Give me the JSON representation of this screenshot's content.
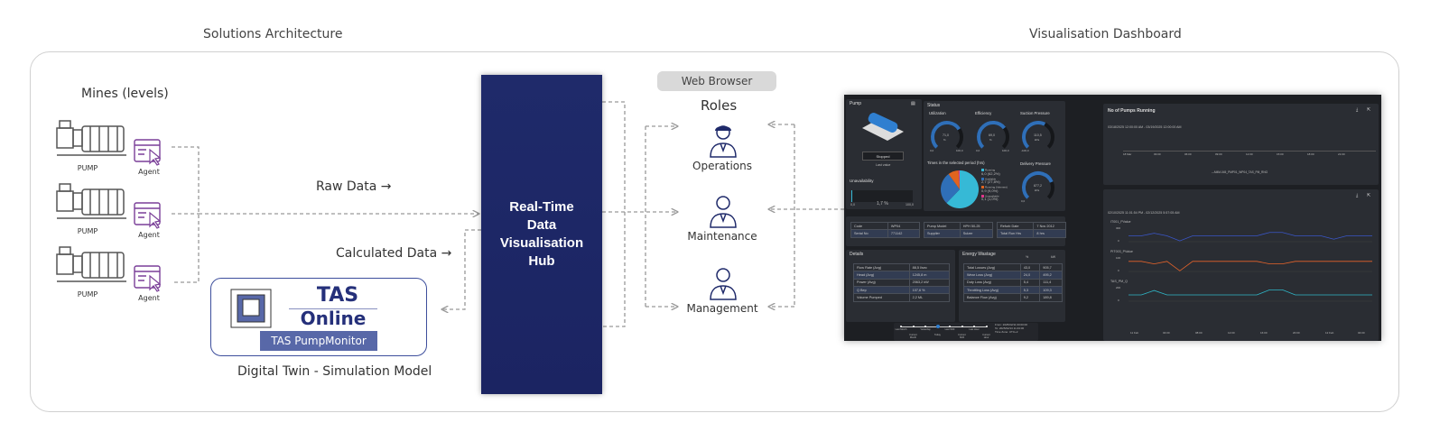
{
  "titles": {
    "architecture": "Solutions Architecture",
    "dashboard": "Visualisation Dashboard"
  },
  "mines": {
    "title": "Mines (levels)",
    "pumps": [
      "PUMP",
      "PUMP",
      "PUMP"
    ],
    "agents": [
      "Agent",
      "Agent",
      "Agent"
    ]
  },
  "flows": {
    "raw": "Raw Data",
    "calculated": "Calculated Data"
  },
  "hub": {
    "line1": "Real-Time",
    "line2": "Data",
    "line3": "Visualisation",
    "line4": "Hub",
    "color": "#1f2a6a"
  },
  "twin": {
    "logo_top": "TAS",
    "logo_bottom": "Online",
    "product": "TAS PumpMonitor",
    "caption": "Digital Twin - Simulation Model"
  },
  "browser": {
    "label": "Web Browser",
    "roles_title": "Roles",
    "roles": [
      "Operations",
      "Maintenance",
      "Management"
    ]
  },
  "dashboard": {
    "pump": {
      "title": "Pump",
      "status": "Stopped",
      "status_caption": "Last value",
      "unavail_title": "Unavailability",
      "unavail_min": "0,0",
      "unavail_value": "1,7 %",
      "unavail_max": "100,0",
      "unavail_fraction": 0.017
    },
    "status": {
      "title": "Status",
      "gauges": [
        {
          "name": "Utilization",
          "value": "71,0",
          "unit": "%",
          "min": "0,0",
          "max": "100,0",
          "fraction": 0.71
        },
        {
          "name": "Efficiency",
          "value": "69,0",
          "unit": "%",
          "min": "0,0",
          "max": "100,0",
          "fraction": 0.69
        },
        {
          "name": "Suction Pressure",
          "value": "110,5",
          "unit": "kPa",
          "min": "-100,0",
          "max": "",
          "fraction": 0.6
        },
        {
          "name": "Delivery Pressure",
          "value": "877,2",
          "unit": "kPa",
          "min": "0,0",
          "max": "",
          "fraction": 0.75
        }
      ],
      "pie_title": "Times in the selected period (hrs)",
      "pie": [
        {
          "label": "Running",
          "value": "6,0 (62,2%)",
          "share": 62.2,
          "color": "#36b9d6"
        },
        {
          "label": "Available",
          "value": "2,7 (27,8%)",
          "share": 27.8,
          "color": "#2f6fb8"
        },
        {
          "label": "Running (Inherent)",
          "value": "0,9 (9,0%)",
          "share": 9.0,
          "color": "#e0641f"
        },
        {
          "label": "Unavailable",
          "value": "0,1 (1,0%)",
          "share": 1.0,
          "color": "#e0368a"
        }
      ]
    },
    "info": [
      [
        "Code",
        "WP04"
      ],
      [
        "Serial No",
        "771142"
      ],
      [
        "Pump Model",
        "HPH 50-25"
      ],
      [
        "Supplier",
        "Sulzer"
      ],
      [
        "Refurb Date",
        "7 Nov 2012"
      ],
      [
        "Total Run Hrs",
        "8 hrs"
      ]
    ],
    "details": {
      "title": "Details",
      "rows": [
        [
          "Flow Rate (Avg)",
          "88,5 l/sec"
        ],
        [
          "Head (Avg)",
          "1245,8 m"
        ],
        [
          "Power (Avg)",
          "2063,2 kW"
        ],
        [
          "Q Bep",
          "107,6 %"
        ],
        [
          "Volume Pumped",
          "2,2 ML"
        ]
      ]
    },
    "energy": {
      "title": "Energy Wastage",
      "col1": "%",
      "col2": "kW",
      "rows": [
        [
          "Total Losses (Avg)",
          "43,0",
          "905,7"
        ],
        [
          "Wear Loss (Avg)",
          "24,0",
          "495,2"
        ],
        [
          "Duty Loss (Avg)",
          "5,4",
          "111,4"
        ],
        [
          "Throttling Loss (Avg)",
          "5,3",
          "109,3"
        ],
        [
          "Balance Flow (Avg)",
          "9,2",
          "189,8"
        ]
      ]
    },
    "timeline": {
      "stops": [
        "Last Month",
        "Current Month",
        "Yesterday",
        "Today",
        "Last Shift",
        "Current Shift",
        "Last Hour",
        "Current Hour"
      ],
      "selected": 3,
      "from": "From: 2025/02/11 00:00:00",
      "to": "To: 2025/02/13 11:43:00",
      "tz": "Time Zone: UTC+2"
    },
    "chart1": {
      "title": "No of Pumps Running",
      "range": "03/18/2025 12:00:00 AM - 03/19/2025 12:00:00 AM",
      "ticks": [
        "18 Mar",
        "03:00",
        "06:00",
        "09:00",
        "12:00",
        "15:00",
        "18:00",
        "21:00"
      ],
      "legend": "AMM-045_PMP01_WP04_TAS_PM_RNG"
    },
    "chart2": {
      "range": "02/10/2025 11:01:54 PM - 02/12/2025 5:57:05 AM",
      "ticks": [
        "11 Feb",
        "04:00",
        "08:00",
        "12:00",
        "16:00",
        "20:00",
        "12 Feb",
        "04:00"
      ],
      "series": [
        {
          "name": "IT001_PValue",
          "ymax": "300",
          "ymin": "0",
          "color": "#3a56c8",
          "values": [
            140,
            140,
            200,
            140,
            20,
            140,
            140,
            140,
            140,
            140,
            140,
            220,
            220,
            140,
            140,
            140,
            60,
            140,
            140,
            140
          ]
        },
        {
          "name": "PIT003_PValue",
          "ymax": "100",
          "ymin": "0",
          "color": "#e8642a",
          "values": [
            80,
            80,
            60,
            80,
            5,
            80,
            80,
            80,
            80,
            80,
            80,
            60,
            60,
            80,
            80,
            80,
            80,
            80,
            80,
            80
          ]
        },
        {
          "name": "TAS_PM_Q",
          "ymax": "200",
          "ymin": "0",
          "color": "#2fb6c8",
          "values": [
            100,
            100,
            170,
            100,
            100,
            100,
            100,
            100,
            100,
            100,
            100,
            180,
            180,
            100,
            100,
            100,
            100,
            100,
            100,
            100
          ]
        }
      ]
    }
  }
}
